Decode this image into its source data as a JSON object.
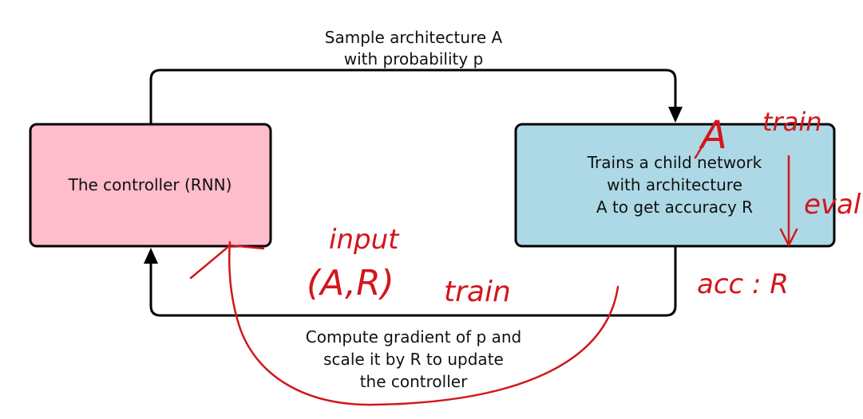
{
  "nodes": {
    "controller": {
      "label": "The controller (RNN)",
      "fill": "#ffbccb"
    },
    "child_network": {
      "lines": [
        "Trains a child network",
        "with architecture",
        "A to get accuracy R"
      ],
      "fill": "#add8e6"
    }
  },
  "edges": {
    "top": {
      "lines": [
        "Sample architecture A",
        "with probability p"
      ]
    },
    "bottom": {
      "lines": [
        "Compute gradient of p and",
        "scale it by R to update",
        "the controller"
      ]
    }
  },
  "annotations": {
    "color": "#d3161b",
    "a_mark": "A",
    "train_right": "train",
    "eval": "eval",
    "acc": "acc : R",
    "input": "input",
    "input_args": "(A,R)",
    "train_bottom": "train"
  }
}
